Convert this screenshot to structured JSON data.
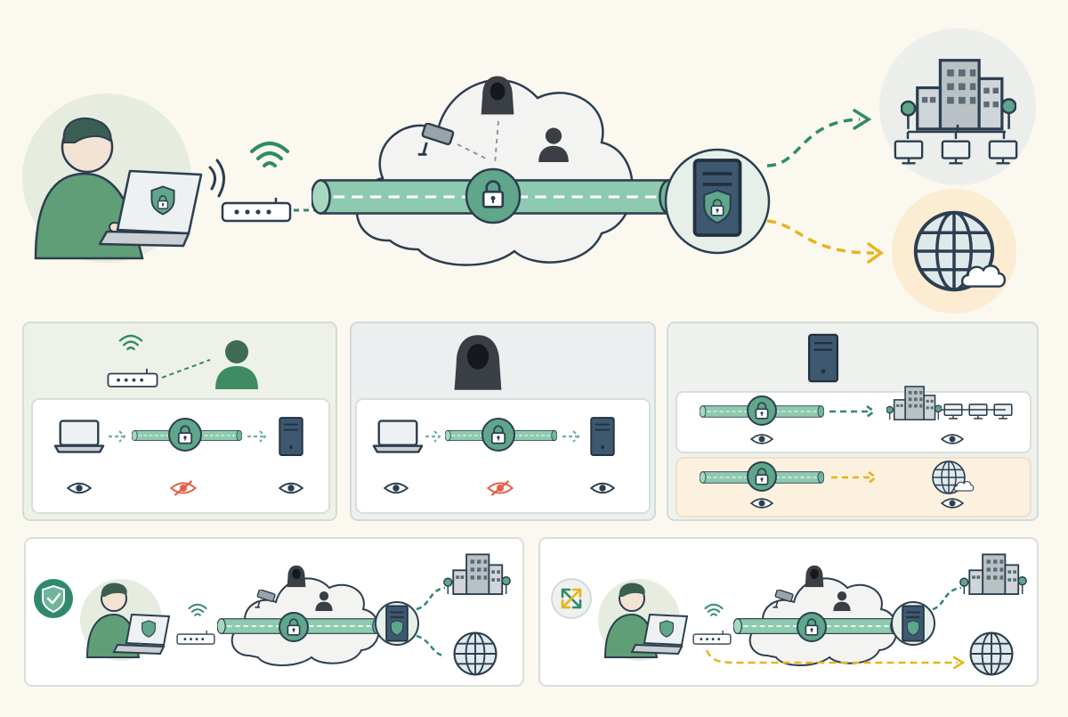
{
  "diagram": {
    "kind": "vpn-illustration",
    "colors": {
      "background": "#fbf8ef",
      "green": "#2f8a6c",
      "green_light": "#6fb59a",
      "tunnel": "#8ecaaf",
      "navy": "#2c3e50",
      "slate": "#3e5870",
      "gray": "#8e979c",
      "yellow": "#e8b41c",
      "red": "#e0604a",
      "panel_border": "#d9dfd8",
      "cloud": "#f3f4f2"
    },
    "icons": [
      "user-icon",
      "laptop-icon",
      "shield-icon",
      "router-icon",
      "wifi-icon",
      "cloud-icon",
      "hacker-icon",
      "camera-icon",
      "person-icon",
      "padlock-icon",
      "vpn-server-icon",
      "building-icon",
      "computer-icon",
      "globe-icon",
      "eye-icon",
      "eye-slash-icon",
      "split-arrows-icon"
    ],
    "panels": [
      {
        "id": "isp-view",
        "icons": [
          "router-icon",
          "person-icon",
          "laptop-icon",
          "padlock-icon",
          "vpn-server-icon",
          "eye-icon",
          "eye-slash-icon",
          "eye-icon"
        ]
      },
      {
        "id": "hacker-view",
        "icons": [
          "hacker-icon",
          "laptop-icon",
          "padlock-icon",
          "vpn-server-icon",
          "eye-icon",
          "eye-slash-icon",
          "eye-icon"
        ]
      },
      {
        "id": "server-view",
        "icons": [
          "vpn-server-icon",
          "padlock-icon",
          "building-icon",
          "globe-icon",
          "eye-icon"
        ]
      },
      {
        "id": "full-tunnel",
        "icons": [
          "shield-icon",
          "user-icon",
          "building-icon",
          "globe-icon"
        ]
      },
      {
        "id": "split-tunnel",
        "icons": [
          "split-arrows-icon",
          "user-icon",
          "building-icon",
          "globe-icon"
        ]
      }
    ]
  }
}
